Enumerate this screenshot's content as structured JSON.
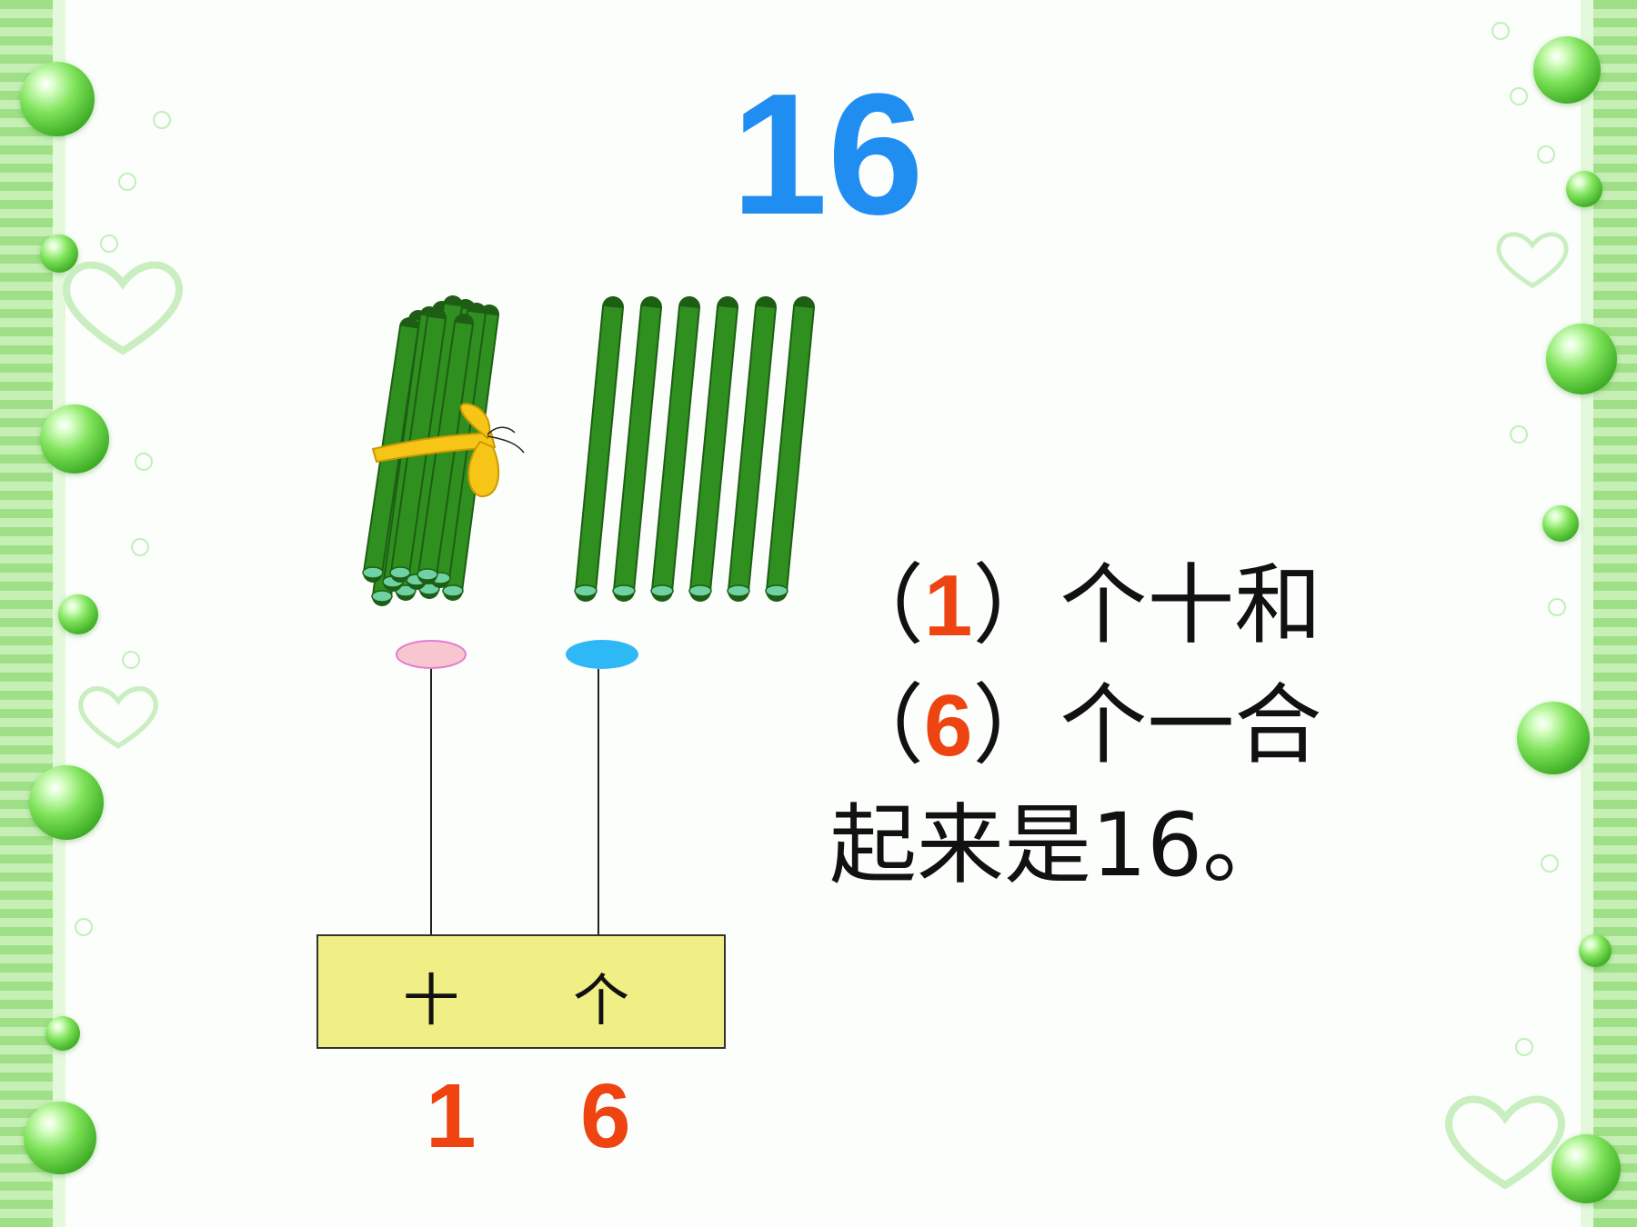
{
  "slide": {
    "number": "16",
    "place_value": {
      "tens_label": "十",
      "ones_label": "个",
      "tens_digit": "1",
      "ones_digit": "6"
    },
    "statement": {
      "line1_prefix": "（",
      "line1_answer": "1",
      "line1_suffix": "）个十和",
      "line2_prefix": "（",
      "line2_answer": "6",
      "line2_suffix": "）个一合",
      "line3": "起来是16。"
    },
    "sticks": {
      "bundles_of_ten": 1,
      "single_sticks": 6,
      "ribbon": "bow-ribbon"
    }
  },
  "colors": {
    "number": "#1f8ef0",
    "answer": "#ee4411",
    "stick": "#2f8f1f",
    "tens_bead": "#f8c6cf",
    "ones_bead": "#2fb8f6",
    "place_box": "#f0ef86"
  }
}
